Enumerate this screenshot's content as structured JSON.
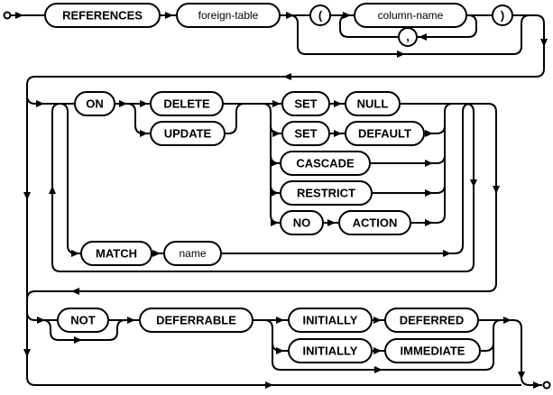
{
  "diagram": {
    "colors": {
      "line": "#000000",
      "node_fill": "#ffffff"
    },
    "terminals": {
      "references": "REFERENCES",
      "open_paren": "(",
      "close_paren": ")",
      "comma": ",",
      "on": "ON",
      "delete": "DELETE",
      "update": "UPDATE",
      "set1": "SET",
      "null": "NULL",
      "set2": "SET",
      "default": "DEFAULT",
      "cascade": "CASCADE",
      "restrict": "RESTRICT",
      "no": "NO",
      "action": "ACTION",
      "match": "MATCH",
      "not": "NOT",
      "deferrable": "DEFERRABLE",
      "initially1": "INITIALLY",
      "deferred": "DEFERRED",
      "initially2": "INITIALLY",
      "immediate": "IMMEDIATE"
    },
    "nonterminals": {
      "foreign_table": "foreign-table",
      "column_name": "column-name",
      "name": "name"
    }
  }
}
